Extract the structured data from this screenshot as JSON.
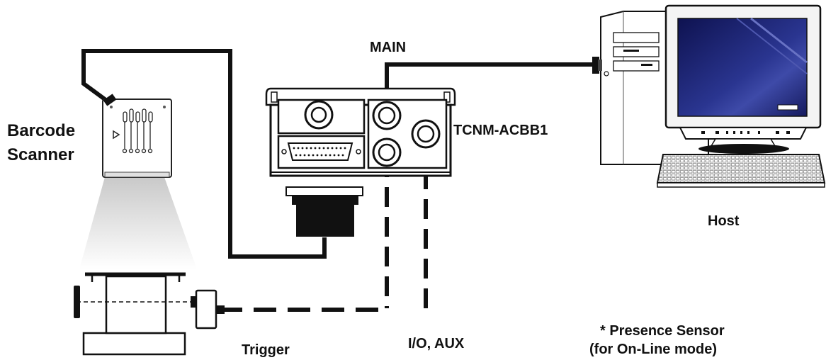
{
  "labels": {
    "main": "MAIN",
    "tcnm": "TCNM-ACBB1",
    "scanner_line1": "Barcode",
    "scanner_line2": "Scanner",
    "host": "Host",
    "trigger": "Trigger",
    "io_aux": "I/O, AUX",
    "presence_line1": "* Presence Sensor",
    "presence_line2": "(for On-Line mode)"
  },
  "colors": {
    "cable": "#111111",
    "monitor_screen": "#1b2270",
    "beam": "#d4d4d4"
  }
}
